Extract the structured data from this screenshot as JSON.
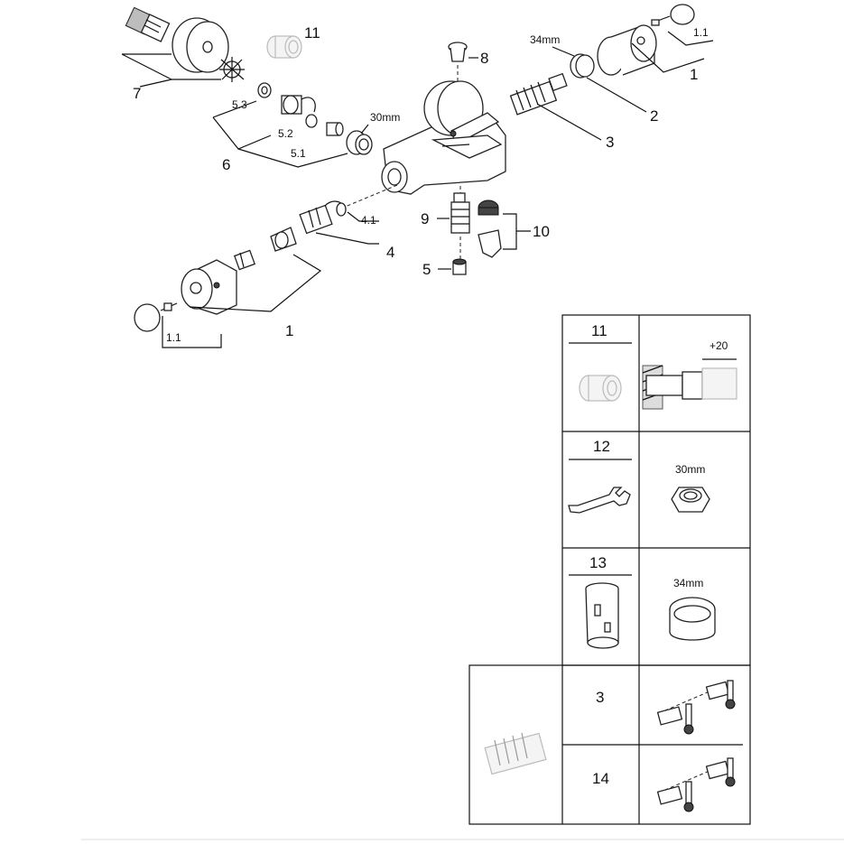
{
  "callouts": {
    "c1_top": "1",
    "c1_1_top": "1.1",
    "c2": "2",
    "c3": "3",
    "c34mm_top": "34mm",
    "c4": "4",
    "c4_1": "4.1",
    "c5": "5",
    "c5_1": "5.1",
    "c5_2": "5.2",
    "c5_3": "5.3",
    "c6": "6",
    "c7": "7",
    "c8": "8",
    "c9": "9",
    "c10": "10",
    "c11": "11",
    "c30mm_main": "30mm",
    "c1_bottom": "1",
    "c1_1_bottom": "1.1"
  },
  "table": {
    "rows": [
      {
        "num": "11",
        "detail_label": "+20"
      },
      {
        "num": "12",
        "detail_label": "30mm"
      },
      {
        "num": "13",
        "detail_label": "34mm"
      }
    ],
    "bottom_rows": [
      {
        "num": "3"
      },
      {
        "num": "14"
      }
    ]
  }
}
